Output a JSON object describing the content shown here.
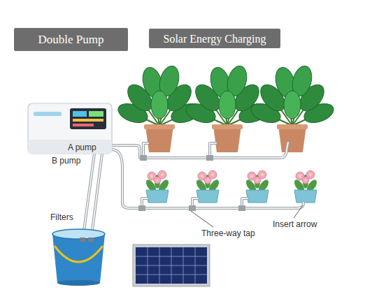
{
  "diagram": {
    "nodes": [
      {
        "text": [
          "Double Pump"
        ]
      },
      {
        "text": [
          "Solar Energy Charging"
        ]
      }
    ],
    "labels": [
      "A pump",
      "B pump",
      "Filters",
      "Three-way tap",
      "Insert arrow"
    ]
  }
}
